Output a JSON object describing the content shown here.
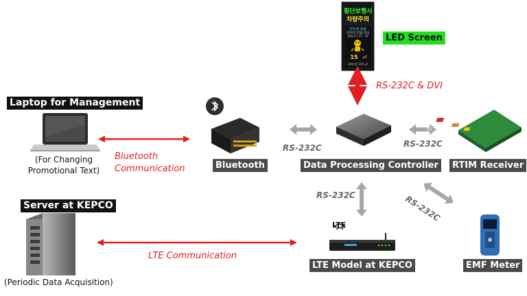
{
  "labels": {
    "led_screen": "LED Screen",
    "rs232_dvi": "RS-232C & DVI",
    "laptop": "Laptop for Management",
    "laptop_note_1": "(For Changing",
    "laptop_note_2": "Promotional Text)",
    "bluetooth_comm_1": "Bluetooth",
    "bluetooth_comm_2": "Communication",
    "bluetooth": "Bluetooth",
    "rs232_left": "RS-232C",
    "data_controller": "Data Processing Controller",
    "rs232_right": "RS-232C",
    "rtim": "RTIM Receiver",
    "server": "Server at KEPCO",
    "rs232_down": "RS-232C",
    "rs232_diag": "RS-232C",
    "lte_comm": "LTE Communication",
    "lte_model": "LTE Model at KEPCO",
    "emf": "EMF Meter",
    "server_note": "(Periodic Data Acquisition)",
    "lte_badge": "LTE"
  },
  "screen": {
    "line1": "횡단보행시",
    "line2": "차량주의",
    "line3": "전자계 측정",
    "line4": "2020년 05월 20일",
    "line5": "현재시각 15 : 30",
    "value": "15",
    "unit": "μT",
    "line6": "국제기준 200 μT"
  },
  "colors": {
    "red_arrow": "#e02020",
    "gray_arrow": "#a6a6a6",
    "screen_green": "#33ff33",
    "screen_yellow": "#ffe14d"
  }
}
